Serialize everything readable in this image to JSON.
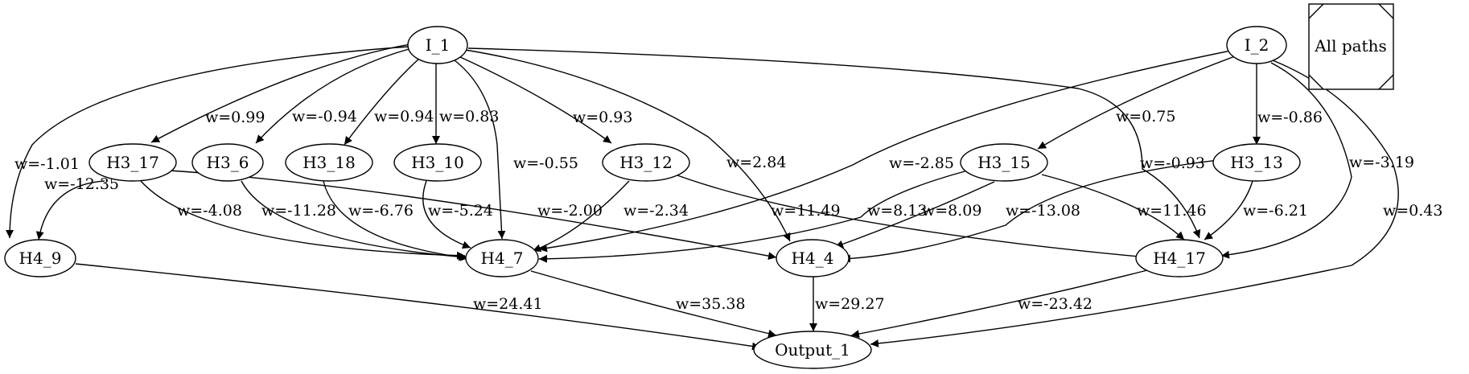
{
  "nodes": [
    {
      "id": "I_1",
      "label": "I_1"
    },
    {
      "id": "I_2",
      "label": "I_2"
    },
    {
      "id": "H3_17",
      "label": "H3_17"
    },
    {
      "id": "H3_6",
      "label": "H3_6"
    },
    {
      "id": "H3_18",
      "label": "H3_18"
    },
    {
      "id": "H3_10",
      "label": "H3_10"
    },
    {
      "id": "H3_12",
      "label": "H3_12"
    },
    {
      "id": "H3_15",
      "label": "H3_15"
    },
    {
      "id": "H3_13",
      "label": "H3_13"
    },
    {
      "id": "H4_9",
      "label": "H4_9"
    },
    {
      "id": "H4_7",
      "label": "H4_7"
    },
    {
      "id": "H4_4",
      "label": "H4_4"
    },
    {
      "id": "H4_17",
      "label": "H4_17"
    },
    {
      "id": "Output_1",
      "label": "Output_1"
    }
  ],
  "edges": [
    {
      "id": "I_1-H3_17",
      "from": "I_1",
      "to": "H3_17",
      "label": "w=0.99"
    },
    {
      "id": "I_1-H3_6",
      "from": "I_1",
      "to": "H3_6",
      "label": "w=-0.94"
    },
    {
      "id": "I_1-H3_18",
      "from": "I_1",
      "to": "H3_18",
      "label": "w=0.94"
    },
    {
      "id": "I_1-H3_10",
      "from": "I_1",
      "to": "H3_10",
      "label": "w=0.83"
    },
    {
      "id": "I_1-H3_12",
      "from": "I_1",
      "to": "H3_12",
      "label": "w=0.93"
    },
    {
      "id": "I_1-H4_9",
      "from": "I_1",
      "to": "H4_9",
      "label": "w=-1.01"
    },
    {
      "id": "I_1-H4_7",
      "from": "I_1",
      "to": "H4_7",
      "label": "w=-0.55"
    },
    {
      "id": "I_1-H4_4",
      "from": "I_1",
      "to": "H4_4",
      "label": "w=2.84"
    },
    {
      "id": "I_1-H4_17",
      "from": "I_1",
      "to": "H4_17",
      "label": "w=-0.93"
    },
    {
      "id": "I_2-H3_15",
      "from": "I_2",
      "to": "H3_15",
      "label": "w=0.75"
    },
    {
      "id": "I_2-H3_13",
      "from": "I_2",
      "to": "H3_13",
      "label": "w=-0.86"
    },
    {
      "id": "I_2-H4_7",
      "from": "I_2",
      "to": "H4_7",
      "label": "w=-2.85"
    },
    {
      "id": "I_2-H4_17",
      "from": "I_2",
      "to": "H4_17",
      "label": "w=-3.19"
    },
    {
      "id": "I_2-Output_1",
      "from": "I_2",
      "to": "Output_1",
      "label": "w=0.43"
    },
    {
      "id": "H3_17-H4_9",
      "from": "H3_17",
      "to": "H4_9",
      "label": "w=-12.35"
    },
    {
      "id": "H3_17-H4_7",
      "from": "H3_17",
      "to": "H4_7",
      "label": "w=-4.08"
    },
    {
      "id": "H3_17-H4_4",
      "from": "H3_17",
      "to": "H4_4",
      "label": "w=-2.00"
    },
    {
      "id": "H3_6-H4_7",
      "from": "H3_6",
      "to": "H4_7",
      "label": "w=-11.28"
    },
    {
      "id": "H3_18-H4_7",
      "from": "H3_18",
      "to": "H4_7",
      "label": "w=-6.76"
    },
    {
      "id": "H3_10-H4_7",
      "from": "H3_10",
      "to": "H4_7",
      "label": "w=-5.24"
    },
    {
      "id": "H3_12-H4_7",
      "from": "H3_12",
      "to": "H4_7",
      "label": "w=-2.34"
    },
    {
      "id": "H3_12-H4_17",
      "from": "H3_12",
      "to": "H4_17",
      "label": "w=11.49"
    },
    {
      "id": "H3_15-H4_7",
      "from": "H3_15",
      "to": "H4_7",
      "label": "w=8.13"
    },
    {
      "id": "H3_15-H4_4",
      "from": "H3_15",
      "to": "H4_4",
      "label": "w=8.09"
    },
    {
      "id": "H3_15-H4_17",
      "from": "H3_15",
      "to": "H4_17",
      "label": "w=11.46"
    },
    {
      "id": "H3_13-H4_4",
      "from": "H3_13",
      "to": "H4_4",
      "label": "w=-13.08"
    },
    {
      "id": "H3_13-H4_17",
      "from": "H3_13",
      "to": "H4_17",
      "label": "w=-6.21"
    },
    {
      "id": "H4_9-Output_1",
      "from": "H4_9",
      "to": "Output_1",
      "label": "w=24.41"
    },
    {
      "id": "H4_7-Output_1",
      "from": "H4_7",
      "to": "Output_1",
      "label": "w=35.38"
    },
    {
      "id": "H4_4-Output_1",
      "from": "H4_4",
      "to": "Output_1",
      "label": "w=29.27"
    },
    {
      "id": "H4_17-Output_1",
      "from": "H4_17",
      "to": "Output_1",
      "label": "w=-23.42"
    }
  ],
  "legend": {
    "label": "All paths"
  }
}
